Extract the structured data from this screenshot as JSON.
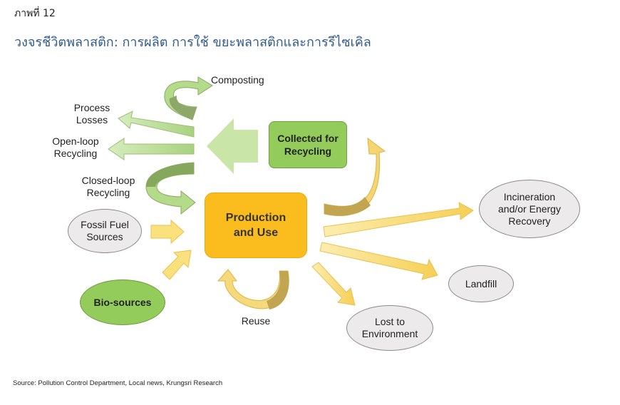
{
  "figure_label": "ภาพที่ 12",
  "title": "วงจรชีวิตพลาสติก: การผลิต การใช้ ขยะพลาสติกและการรีไซเคิล",
  "nodes": {
    "production": "Production\nand Use",
    "collected": "Collected for\nRecycling",
    "fossil": "Fossil Fuel\nSources",
    "bio": "Bio-sources",
    "incineration": "Incineration\nand/or Energy\nRecovery",
    "landfill": "Landfill",
    "lost": "Lost to\nEnvironment"
  },
  "labels": {
    "composting": "Composting",
    "process_losses": "Process\nLosses",
    "open_loop": "Open-loop\nRecycling",
    "closed_loop": "Closed-loop\nRecycling",
    "reuse": "Reuse"
  },
  "source": "Source: Pollution Control Department, Local news,  Krungsri Research",
  "colors": {
    "title": "#2e5a8c",
    "production_fill": "#fbbd1d",
    "green_fill": "#93cc5a",
    "green_light": "#c9e6a8",
    "green_dark": "#8ea86a",
    "yellow_light": "#fbe17e",
    "yellow_dark": "#c2a550",
    "ellipse_fill": "#eceaea"
  }
}
